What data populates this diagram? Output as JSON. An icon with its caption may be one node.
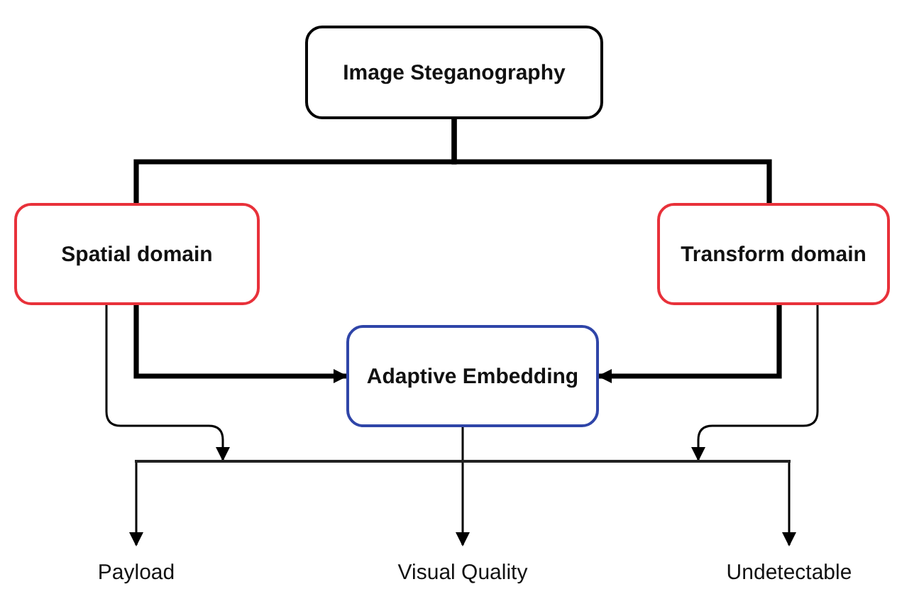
{
  "diagram": {
    "nodes": [
      {
        "text": [
          "Image Steganography"
        ]
      },
      {
        "text": [
          "Spatial domain"
        ]
      },
      {
        "text": [
          "Transform domain"
        ]
      },
      {
        "text": [
          "Adaptive Embedding"
        ]
      },
      {
        "text": [],
        "shape": "bar"
      },
      {
        "text": [
          "Payload"
        ]
      },
      {
        "text": [
          "Visual Quality"
        ]
      },
      {
        "text": [
          "Undetectable"
        ]
      }
    ],
    "edges": [
      {
        "from": 0,
        "to": 1,
        "arrow": "none",
        "style": "thick"
      },
      {
        "from": 0,
        "to": 2,
        "arrow": "none",
        "style": "thick"
      },
      {
        "from": 1,
        "to": 3,
        "arrow": "to",
        "style": "thick"
      },
      {
        "from": 2,
        "to": 3,
        "arrow": "to",
        "style": "thick"
      },
      {
        "from": 1,
        "to": 4,
        "arrow": "to"
      },
      {
        "from": 2,
        "to": 4,
        "arrow": "to"
      },
      {
        "from": 3,
        "to": 4,
        "arrow": "none"
      },
      {
        "from": 4,
        "to": 5,
        "arrow": "to"
      },
      {
        "from": 4,
        "to": 6,
        "arrow": "to"
      },
      {
        "from": 4,
        "to": 7,
        "arrow": "to"
      }
    ]
  }
}
